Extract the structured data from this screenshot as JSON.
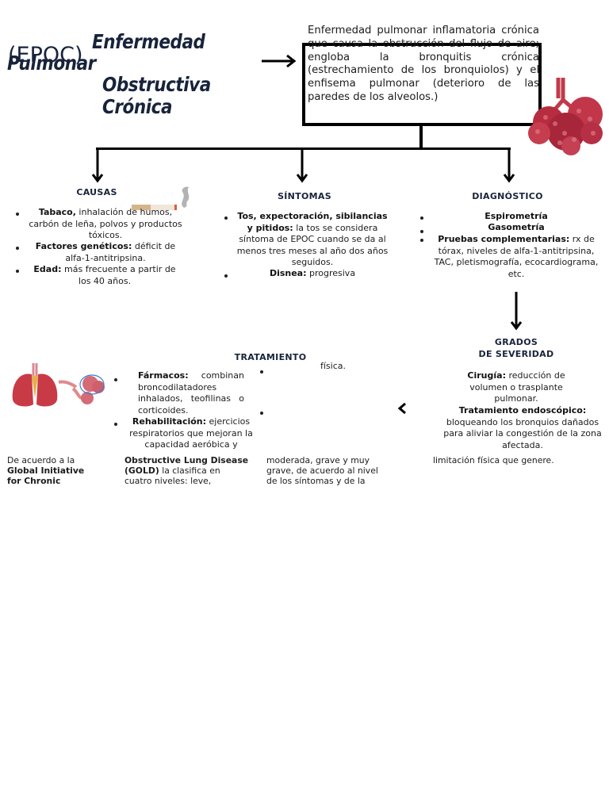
{
  "title": {
    "line1": "Enfermedad",
    "line2": "Pulmonar",
    "line3": "Obstructiva",
    "line4": "Crónica",
    "abbr": "(EPOC)"
  },
  "definition": "Enfermedad pulmonar inflamatoria crónica que causa la obstrucción del flujo de aire; engloba la bronquitis crónica (estrechamiento de los bronquiolos) y el enfisema pulmonar (deterioro de las paredes de los alveolos.)",
  "causas": {
    "heading": "CAUSAS",
    "items": [
      {
        "bold": "Tabaco,",
        "text": " inhalación de humos, carbón de leña, polvos y productos tóxicos."
      },
      {
        "bold": "Factores genéticos:",
        "text": " déficit de alfa-1-antitripsina."
      },
      {
        "bold": "Edad:",
        "text": " más frecuente a partir de los 40 años."
      }
    ]
  },
  "sintomas": {
    "heading": "SÍNTOMAS",
    "items": [
      {
        "bold": "Tos, expectoración, sibilancias y pitidos:",
        "text": " la tos se considera síntoma de EPOC cuando se da al menos tres meses al año dos años seguidos."
      },
      {
        "bold": "Disnea:",
        "text": " progresiva"
      }
    ]
  },
  "diagnostico": {
    "heading": "DIAGNÓSTICO",
    "items": [
      {
        "bold": "Espirometría",
        "text": ""
      },
      {
        "bold": "Gasometría",
        "text": ""
      },
      {
        "bold": "Pruebas complementarias:",
        "text": " rx de tórax, niveles de alfa-1-antitripsina, TAC, pletismografía, ecocardiograma, etc."
      }
    ]
  },
  "grados": {
    "heading_line1": "GRADOS",
    "heading_line2": "DE SEVERIDAD"
  },
  "tratamiento": {
    "heading": "TRATAMIENTO",
    "farmacos_bold": "Fármacos:",
    "farmacos_text": " combinan broncodilatadores inhalados, teofilinas o corticoides.",
    "rehab_bold": "Rehabilitación:",
    "rehab_text": " ejercicios respiratorios que mejoran la capacidad aeróbica y",
    "fisica": "física.",
    "cirugia_bold": "Cirugía:",
    "cirugia_text": " reducción de volumen o trasplante pulmonar.",
    "endo_bold": "Tratamiento endoscópico:",
    "endo_text": " bloqueando los bronquios dañados para aliviar la congestión de la zona afectada."
  },
  "bottom": {
    "col1_line1": "De acuerdo a la",
    "col1_line2": "Global Initiative",
    "col1_line3": "for Chronic",
    "col2_bold1": "Obstructive Lung Disease",
    "col2_bold2": "(GOLD)",
    "col2_text2": " la clasifica en",
    "col2_line3": "cuatro niveles: leve,",
    "col3_line1": "moderada, grave y muy",
    "col3_line2": "grave, de acuerdo al nivel",
    "col3_line3": "de los síntomas y de la",
    "col4_line1": "limitación física que genere."
  }
}
